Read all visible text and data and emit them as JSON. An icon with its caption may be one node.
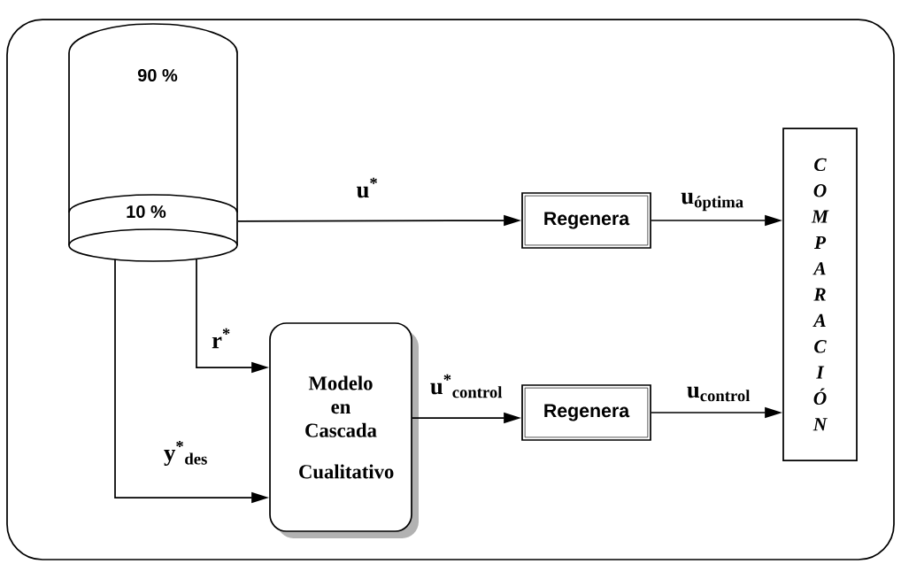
{
  "diagram": {
    "nodes": [
      {
        "text": [
          "90 %",
          "10 %"
        ]
      },
      {
        "text": [
          "Regenera"
        ]
      },
      {
        "text": [
          "Modelo en Cascada",
          "Cualitativo"
        ]
      },
      {
        "text": [
          "Regenera"
        ]
      },
      {
        "text": [
          "C O M P A R A C I Ó N"
        ]
      }
    ],
    "edges": [
      {
        "from": 0,
        "to": 1,
        "arrow": "to",
        "label": "u$^{*}$"
      },
      {
        "from": 0,
        "to": 2,
        "arrow": "to",
        "label": "r$^{*}$"
      },
      {
        "from": 0,
        "to": 2,
        "arrow": "to",
        "label": "y$^{*}$$_{des}$"
      },
      {
        "from": 2,
        "to": 3,
        "arrow": "to",
        "label": "u$^{*}$$_{control}$"
      },
      {
        "from": 1,
        "to": 4,
        "arrow": "to",
        "label": "u$_{óptima}$"
      },
      {
        "from": 3,
        "to": 4,
        "arrow": "to",
        "label": "u$_{control}$"
      }
    ]
  }
}
